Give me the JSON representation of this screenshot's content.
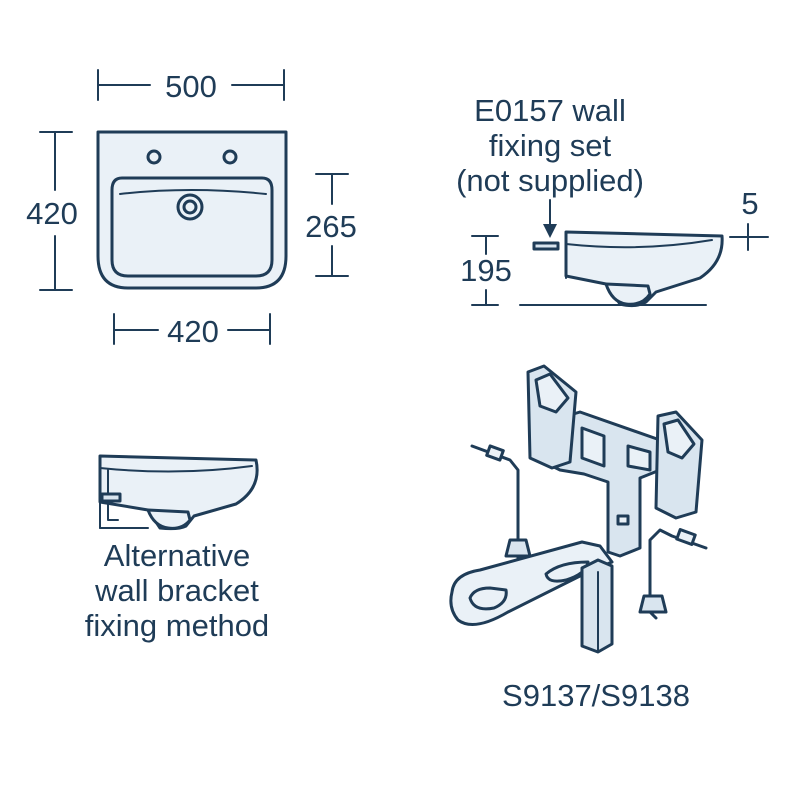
{
  "dimensions": {
    "top_width": "500",
    "overall_depth": "420",
    "bowl_depth": "265",
    "bottom_width": "420",
    "side_height": "195",
    "side_offset": "5"
  },
  "labels": {
    "fixing_set_line1": "E0157 wall",
    "fixing_set_line2": "fixing set",
    "fixing_set_line3": "(not supplied)",
    "alt_line1": "Alternative",
    "alt_line2": "wall bracket",
    "alt_line3": "fixing method",
    "pedestal_code": "S9137/S9138"
  },
  "colors": {
    "line": "#1f3c57",
    "fill_light": "#eaf1f7",
    "fill_mid": "#d9e5ef",
    "background": "#ffffff"
  }
}
